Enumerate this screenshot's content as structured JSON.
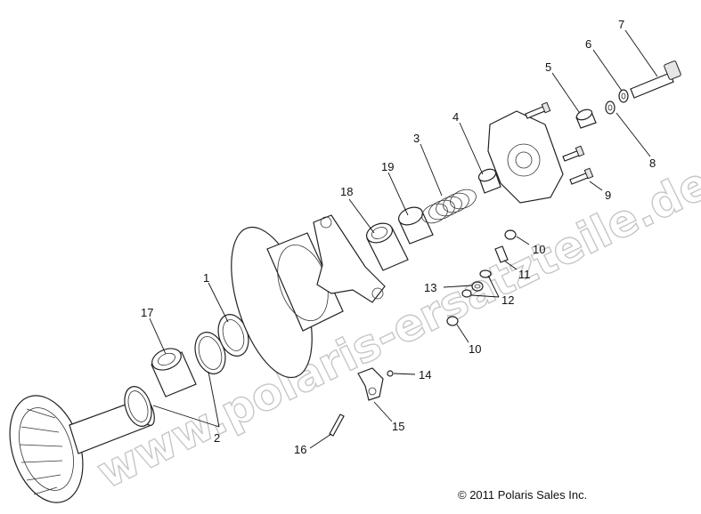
{
  "diagram": {
    "callouts": [
      {
        "id": "c1",
        "text": "1"
      },
      {
        "id": "c2",
        "text": "2"
      },
      {
        "id": "c3",
        "text": "3"
      },
      {
        "id": "c4",
        "text": "4"
      },
      {
        "id": "c5",
        "text": "5"
      },
      {
        "id": "c6",
        "text": "6"
      },
      {
        "id": "c7",
        "text": "7"
      },
      {
        "id": "c8",
        "text": "8"
      },
      {
        "id": "c9",
        "text": "9"
      },
      {
        "id": "c10a",
        "text": "10"
      },
      {
        "id": "c10b",
        "text": "10"
      },
      {
        "id": "c11",
        "text": "11"
      },
      {
        "id": "c12",
        "text": "12"
      },
      {
        "id": "c13",
        "text": "13"
      },
      {
        "id": "c14",
        "text": "14"
      },
      {
        "id": "c15",
        "text": "15"
      },
      {
        "id": "c16",
        "text": "16"
      },
      {
        "id": "c17",
        "text": "17"
      },
      {
        "id": "c18",
        "text": "18"
      },
      {
        "id": "c19",
        "text": "19"
      }
    ],
    "watermark": "www.polaris-ersatzteile.de",
    "copyright": "© 2011 Polaris Sales Inc."
  }
}
